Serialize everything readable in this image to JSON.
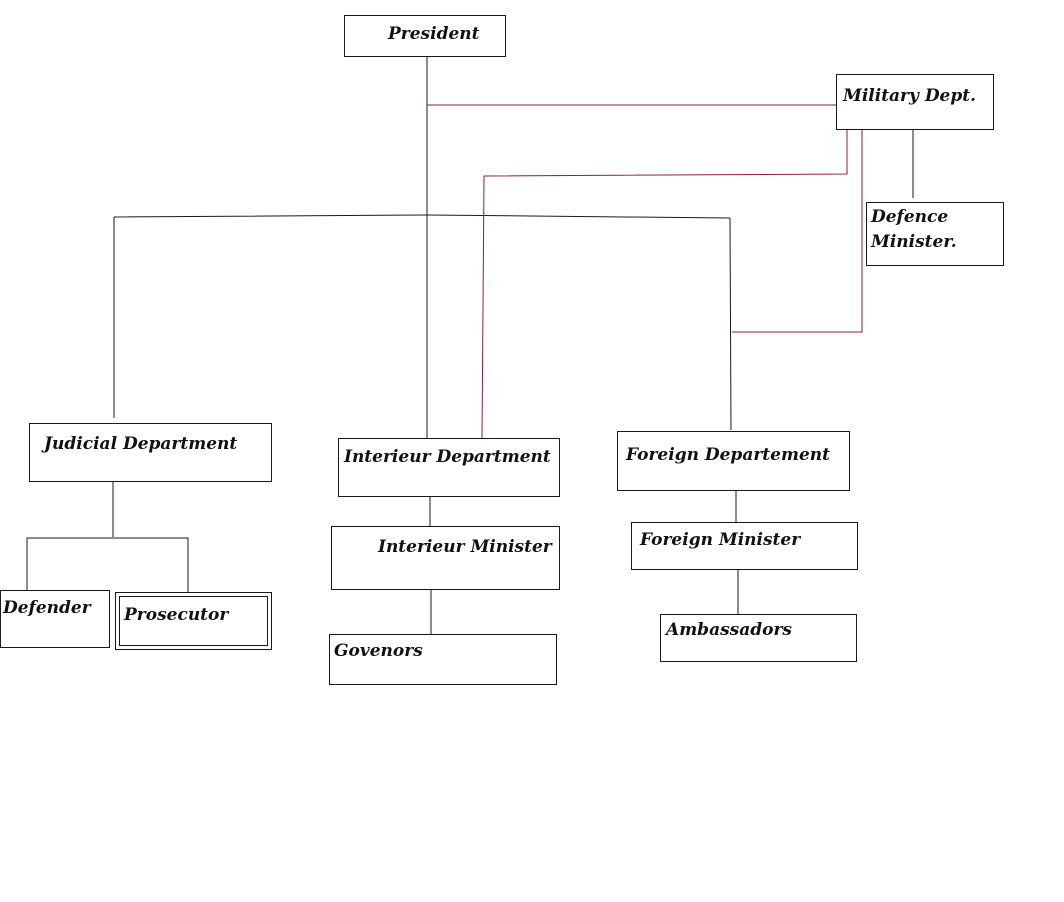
{
  "diagram": {
    "nodes": {
      "president": "President",
      "military": "Military Dept.",
      "defence_line1": "Defence",
      "defence_line2": "Minister.",
      "judicial": "Judicial Department",
      "interior": "Interieur Department",
      "foreign": "Foreign Departement",
      "defender": "Defender",
      "prosecutor": "Prosecutor",
      "interior_minister": "Interieur Minister",
      "governors": "Govenors",
      "foreign_minister": "Foreign Minister",
      "ambassadors": "Ambassadors"
    },
    "edges": [
      {
        "from": "president",
        "to": "judicial"
      },
      {
        "from": "president",
        "to": "interior"
      },
      {
        "from": "president",
        "to": "foreign"
      },
      {
        "from": "president",
        "to": "military"
      },
      {
        "from": "military",
        "to": "defence"
      },
      {
        "from": "military",
        "to": "interior"
      },
      {
        "from": "military",
        "to": "foreign"
      },
      {
        "from": "judicial",
        "to": "defender"
      },
      {
        "from": "judicial",
        "to": "prosecutor"
      },
      {
        "from": "interior",
        "to": "interior_minister"
      },
      {
        "from": "interior_minister",
        "to": "governors"
      },
      {
        "from": "foreign",
        "to": "foreign_minister"
      },
      {
        "from": "foreign_minister",
        "to": "ambassadors"
      }
    ],
    "colors": {
      "line": "#1a1a1a",
      "military_line": "#8b1a4f",
      "box_border": "#1a1a1a"
    }
  }
}
